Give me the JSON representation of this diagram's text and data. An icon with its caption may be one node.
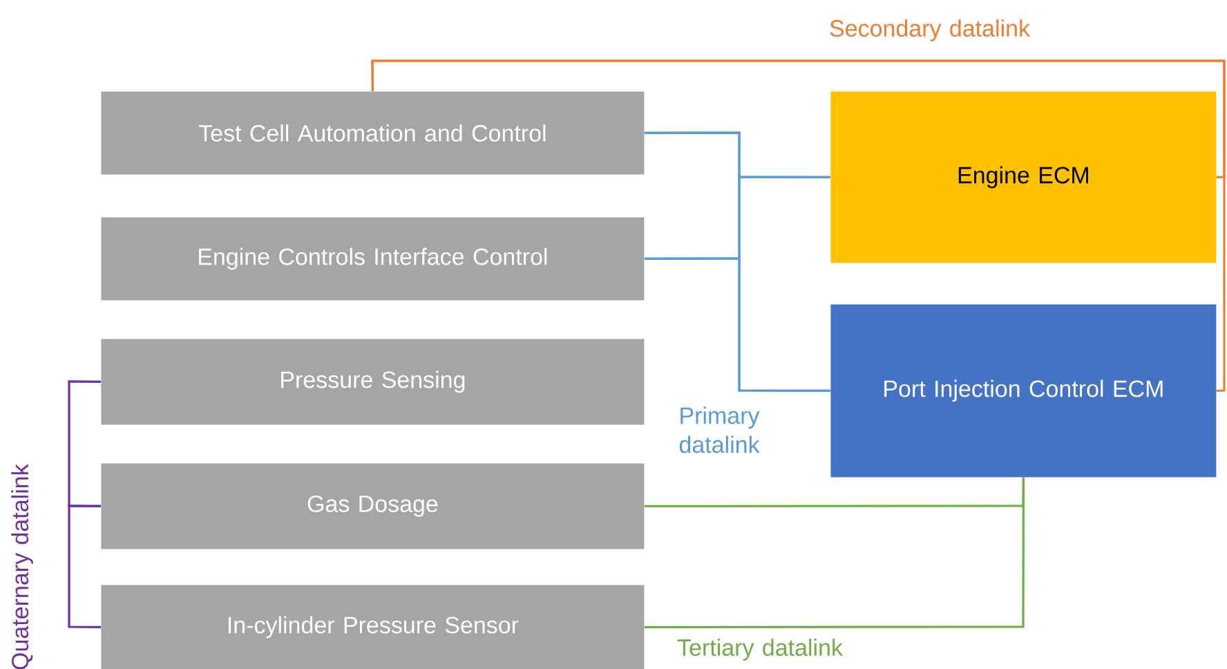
{
  "diagram": {
    "nodes": [
      {
        "text": [
          "Test Cell Automation and Control"
        ]
      },
      {
        "text": [
          "Engine Controls Interface Control"
        ]
      },
      {
        "text": [
          "Pressure Sensing"
        ]
      },
      {
        "text": [
          "Gas Dosage"
        ]
      },
      {
        "text": [
          "In-cylinder Pressure Sensor"
        ]
      },
      {
        "text": [
          "Engine ECM"
        ]
      },
      {
        "text": [
          "Port Injection Control ECM"
        ]
      }
    ],
    "edges": [
      {
        "from": 0,
        "to": 5,
        "arrow": "none"
      },
      {
        "from": 1,
        "to": 5,
        "arrow": "none"
      },
      {
        "from": 0,
        "to": 6,
        "arrow": "none",
        "label": "Primary datalink"
      },
      {
        "from": 1,
        "to": 6,
        "arrow": "none"
      },
      {
        "from": 0,
        "to": 5,
        "arrow": "none",
        "label": "Secondary datalink",
        "color": "#ed7d31"
      },
      {
        "from": 0,
        "to": 6,
        "arrow": "none",
        "color": "#ed7d31"
      },
      {
        "from": 3,
        "to": 6,
        "arrow": "none",
        "color": "#70ad47"
      },
      {
        "from": 4,
        "to": 6,
        "arrow": "none",
        "label": "Tertiary datalink",
        "color": "#70ad47"
      },
      {
        "from": 2,
        "to": 3,
        "arrow": "none",
        "label": "Quaternary datalink",
        "color": "#7030a0"
      },
      {
        "from": 3,
        "to": 4,
        "arrow": "none",
        "color": "#7030a0"
      }
    ]
  }
}
